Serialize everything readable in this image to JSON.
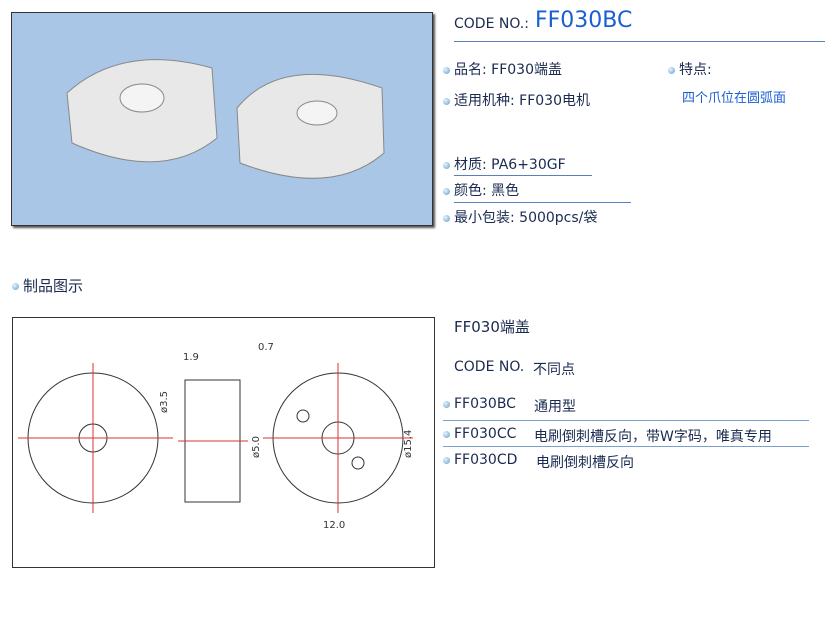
{
  "header": {
    "code_label": "CODE NO.:",
    "code_value": "FF030BC"
  },
  "specs": {
    "name": "品名:  FF030端盖",
    "motor": "适用机种:  FF030电机",
    "feature_label": "特点:",
    "feature_value": "四个爪位在圆弧面",
    "material": "材质:  PA6+30GF",
    "color": "颜色:  黑色",
    "packing": "最小包装:  5000pcs/袋"
  },
  "section_title": "制品图示",
  "drawing": {
    "dims": [
      "1.9",
      "0.7",
      "ø3.5",
      "ø5.0",
      "ø15.4",
      "12.0"
    ]
  },
  "variants": {
    "title": "FF030端盖",
    "col_code": "CODE NO.",
    "col_diff": "不同点",
    "rows": [
      {
        "code": "FF030BC",
        "diff": "通用型"
      },
      {
        "code": "FF030CC",
        "diff": "电刷倒刺槽反向，带W字码，唯真专用"
      },
      {
        "code": "FF030CD",
        "diff": "电刷倒刺槽反向"
      }
    ]
  },
  "colors": {
    "accent": "#1a5fd0",
    "text": "#1a2a50"
  }
}
